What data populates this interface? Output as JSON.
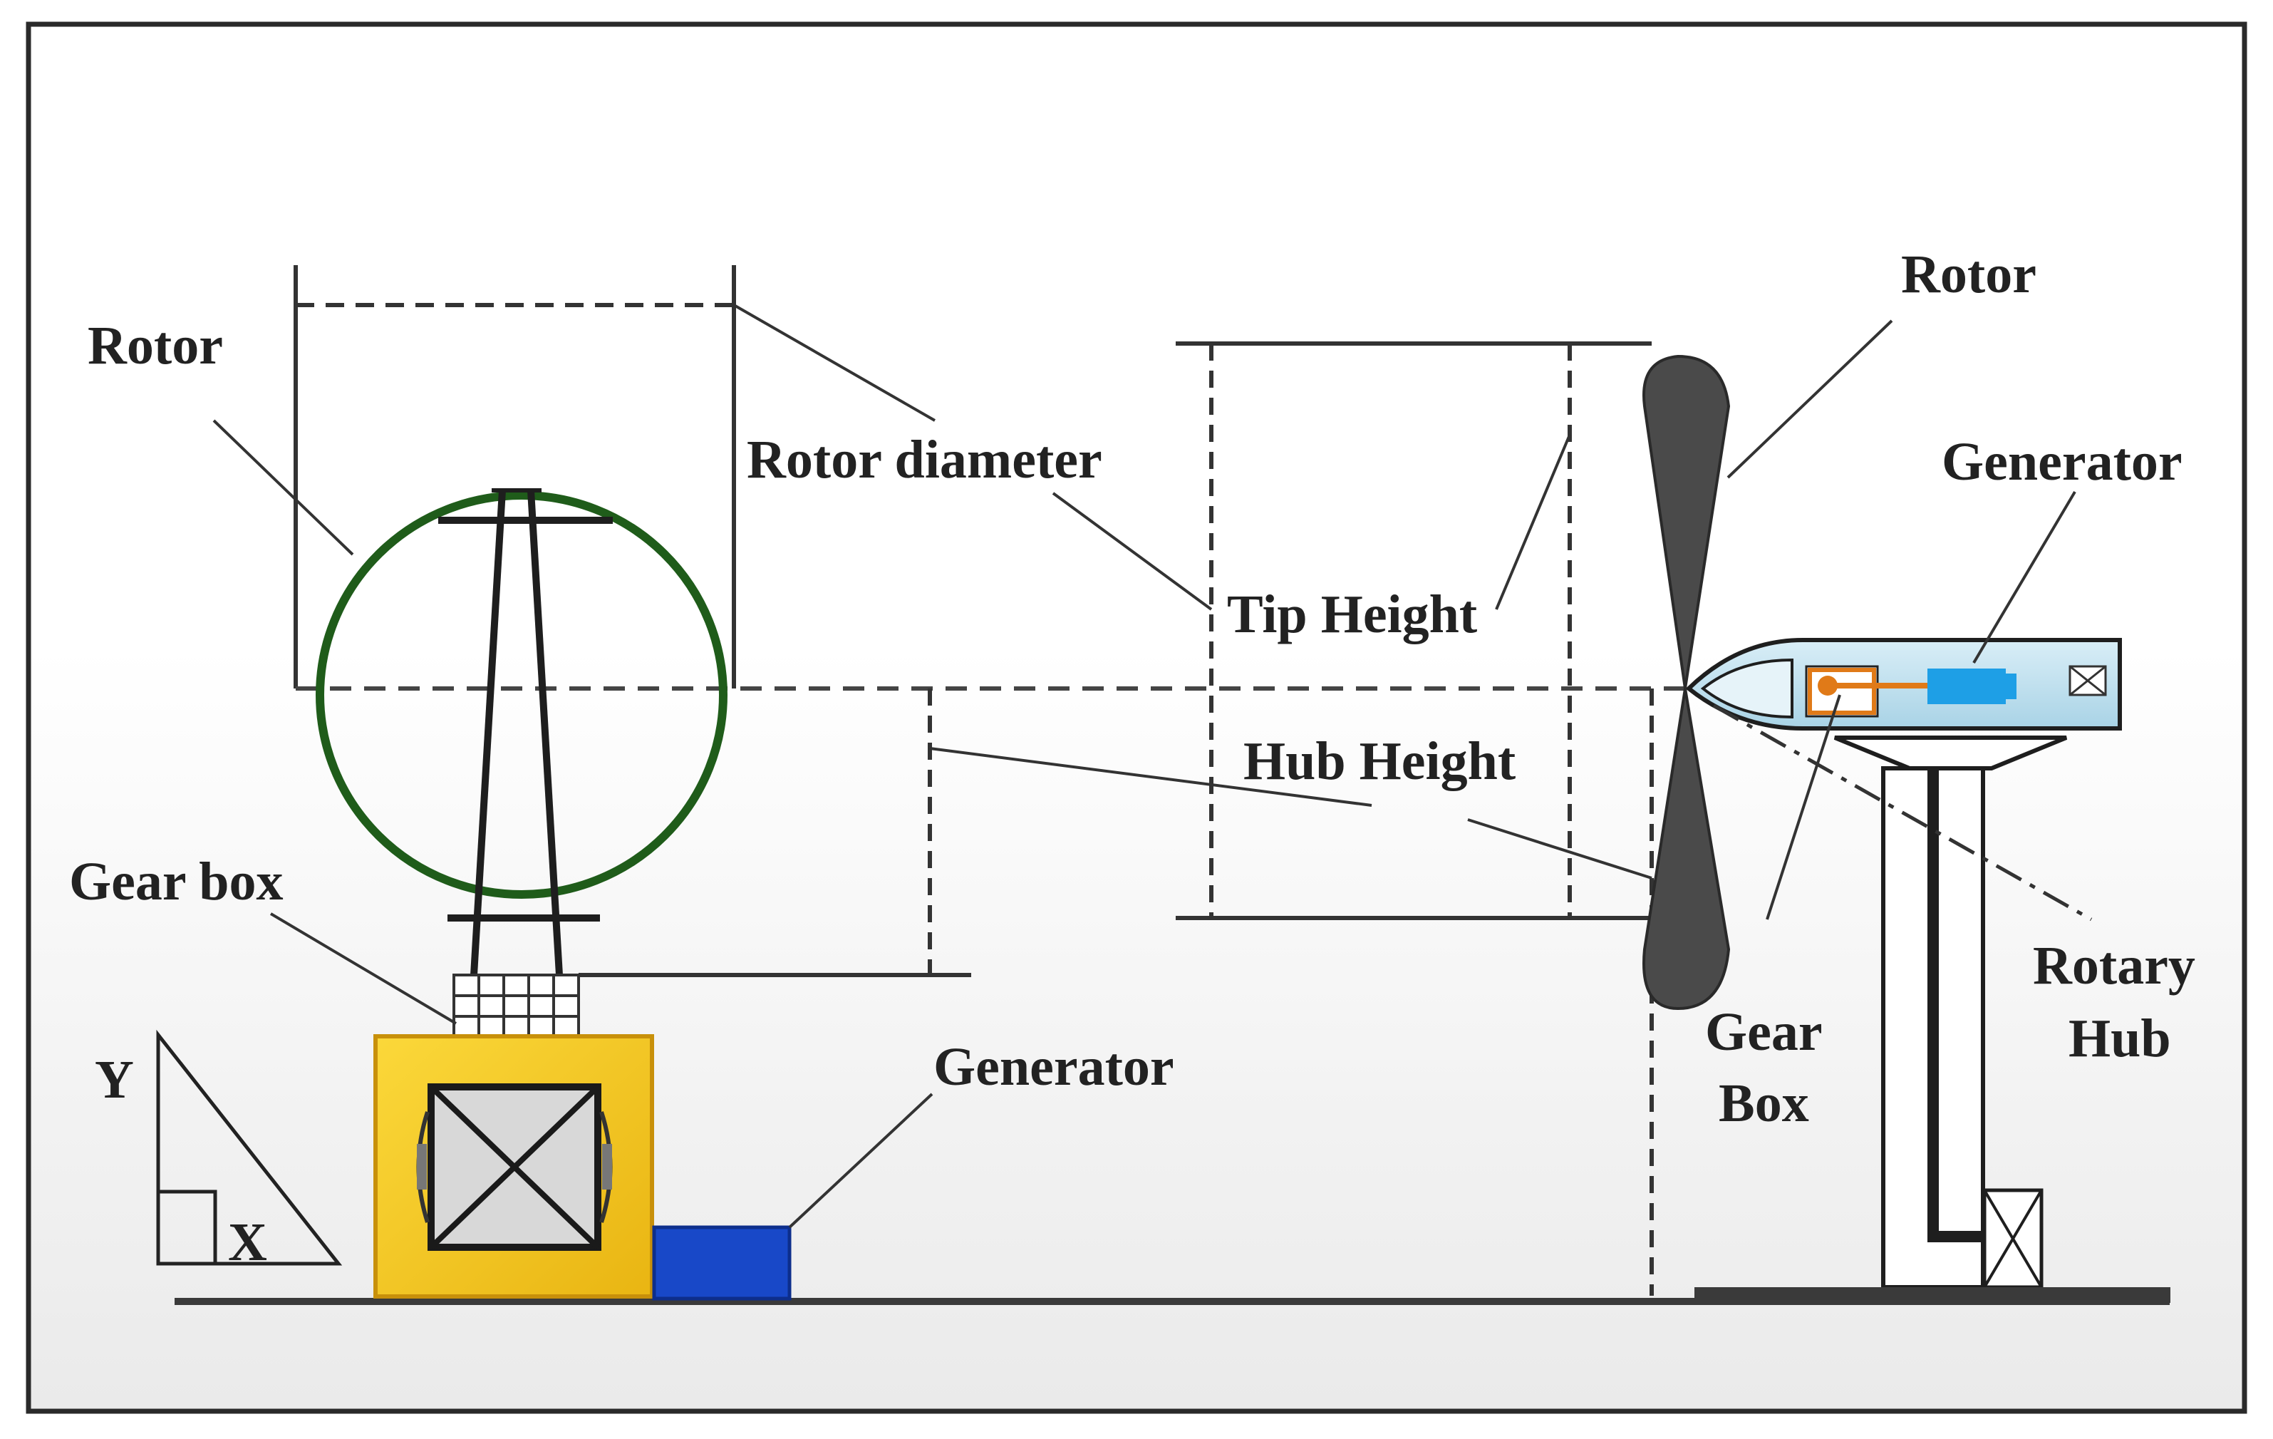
{
  "labels": {
    "rotor_left": "Rotor",
    "rotor_diameter": "Rotor diameter",
    "gear_box_left": "Gear box",
    "y_axis": "Y",
    "x_axis": "X",
    "generator_left": "Generator",
    "tip_height": "Tip Height",
    "hub_height": "Hub Height",
    "rotor_right": "Rotor",
    "generator_right": "Generator",
    "gear_box_right_1": "Gear",
    "gear_box_right_2": "Box",
    "rotary_hub_1": "Rotary",
    "rotary_hub_2": "Hub"
  },
  "colors": {
    "rotor_ring": "#1f5c1a",
    "gearbox_fill": "#f2c51c",
    "gearbox_border": "#c8900a",
    "generator_box": "#1848c8",
    "blade": "#4a4a4a",
    "nacelle": "#bfe0ef",
    "generator_right": "#1e9fe6",
    "shaft": "#e07a18"
  }
}
